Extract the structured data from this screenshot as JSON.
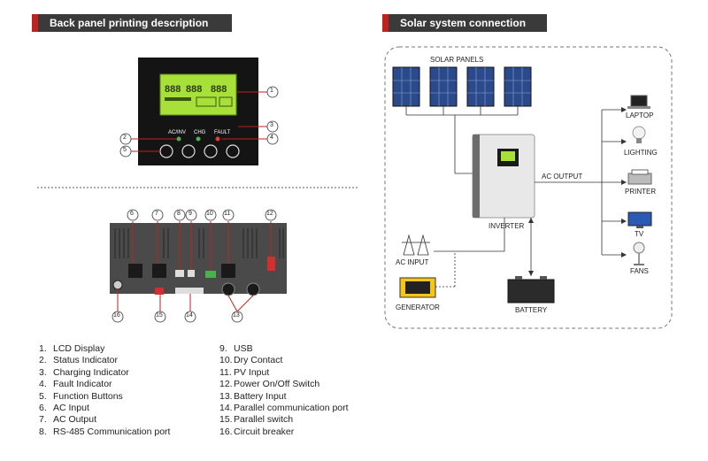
{
  "headers": {
    "back_panel": "Back panel printing description",
    "solar_system": "Solar system connection"
  },
  "front_panel": {
    "label_acinv": "AC/INV",
    "label_chg": "CHG",
    "label_fault": "FAULT"
  },
  "callouts": [
    "1",
    "2",
    "3",
    "4",
    "5",
    "6",
    "7",
    "8",
    "9",
    "10",
    "11",
    "12",
    "13",
    "14",
    "15",
    "16"
  ],
  "legend_left": [
    {
      "num": "1.",
      "text": "LCD Display"
    },
    {
      "num": "2.",
      "text": "Status Indicator"
    },
    {
      "num": "3.",
      "text": "Charging Indicator"
    },
    {
      "num": "4.",
      "text": "Fault Indicator"
    },
    {
      "num": "5.",
      "text": "Function Buttons"
    },
    {
      "num": "6.",
      "text": "AC Input"
    },
    {
      "num": "7.",
      "text": "AC Output"
    },
    {
      "num": "8.",
      "text": "RS-485 Communication port"
    }
  ],
  "legend_right": [
    {
      "num": "9.",
      "text": "USB"
    },
    {
      "num": "10.",
      "text": "Dry Contact"
    },
    {
      "num": "11.",
      "text": "PV Input"
    },
    {
      "num": "12.",
      "text": "Power On/Off Switch"
    },
    {
      "num": "13.",
      "text": "Battery Input"
    },
    {
      "num": "14.",
      "text": "Parallel communication port"
    },
    {
      "num": "15.",
      "text": "Parallel switch"
    },
    {
      "num": "16.",
      "text": "Circuit breaker"
    }
  ],
  "solar": {
    "solar_panels": "SOLAR PANELS",
    "inverter": "INVERTER",
    "ac_output": "AC OUTPUT",
    "ac_input": "AC INPUT",
    "generator": "GENERATOR",
    "battery": "BATTERY",
    "laptop": "LAPTOP",
    "lighting": "LIGHTING",
    "printer": "PRINTER",
    "tv": "TV",
    "fans": "FANS"
  },
  "colors": {
    "header_bg": "#3a3a3a",
    "accent_red": "#c0201e",
    "lcd_green": "#a8e03a",
    "panel_blue": "#2b4a8c",
    "callout_red": "#c0201e"
  }
}
